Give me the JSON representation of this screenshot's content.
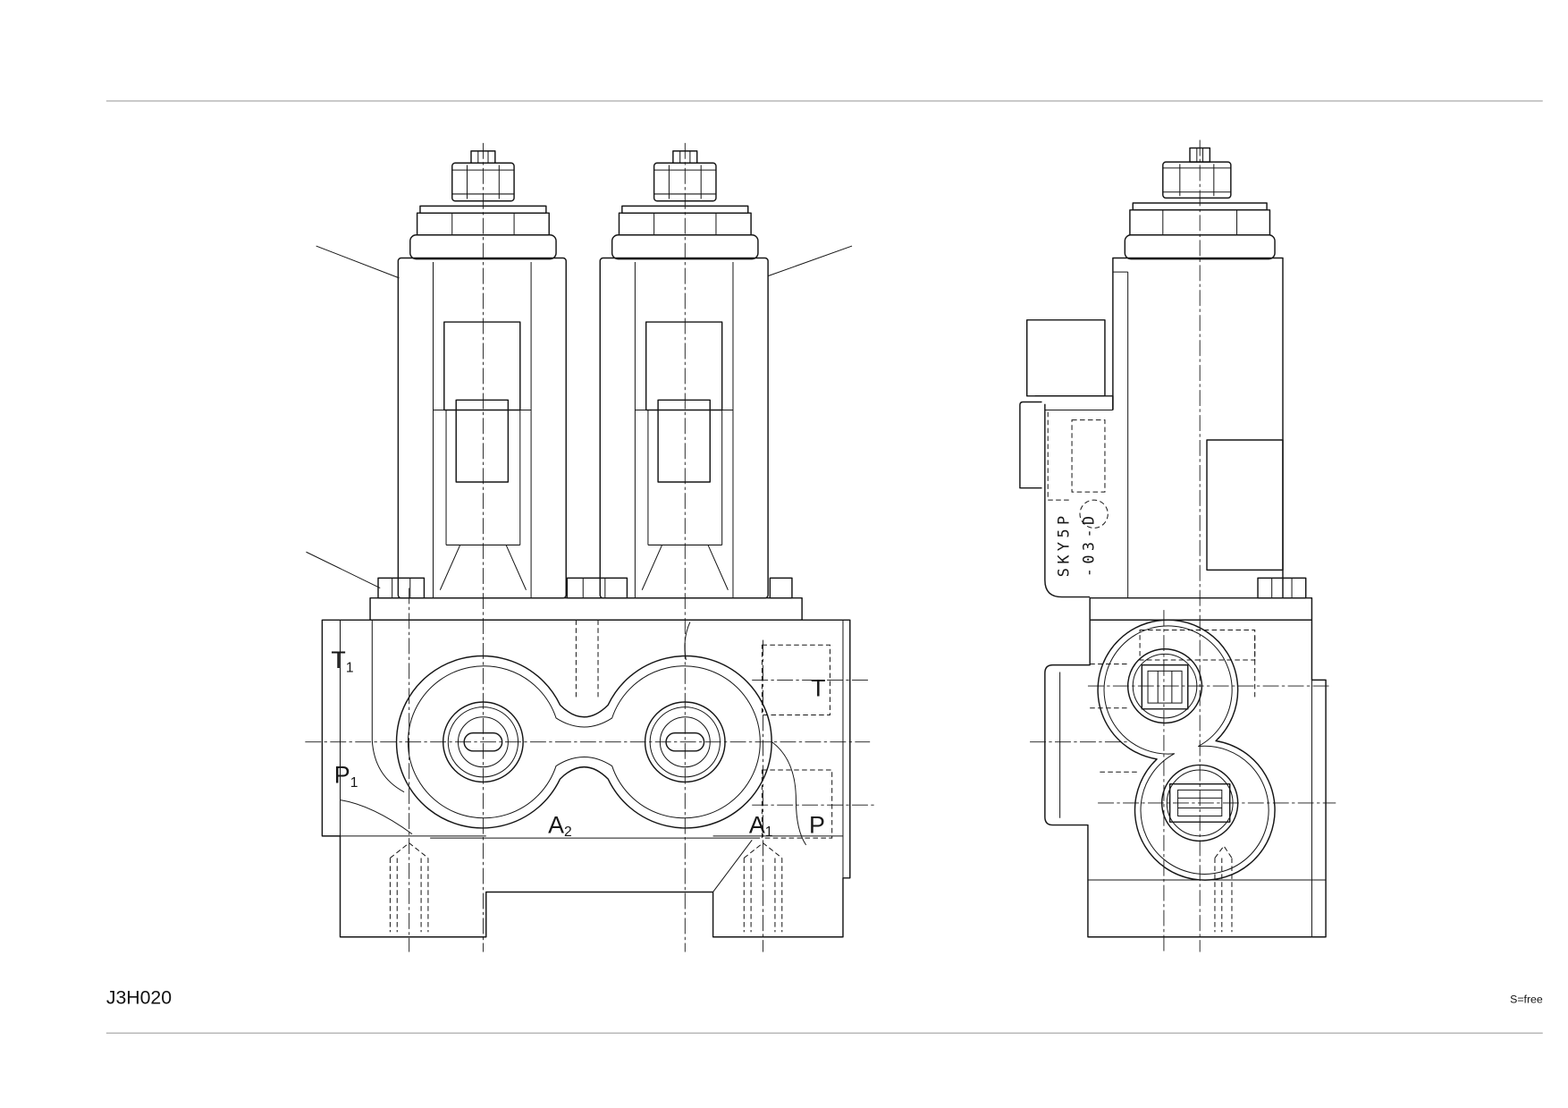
{
  "title": "J3H020",
  "scale": "S=free",
  "front_view": {
    "labels": {
      "t1": {
        "letter": "T",
        "sub": "1"
      },
      "p1": {
        "letter": "P",
        "sub": "1"
      },
      "t": "T",
      "a2": {
        "letter": "A",
        "sub": "2"
      },
      "a1": {
        "letter": "A",
        "sub": "1"
      },
      "p": "P"
    }
  },
  "side_view": {
    "marking": [
      "SKY5P",
      "-03-D"
    ]
  }
}
